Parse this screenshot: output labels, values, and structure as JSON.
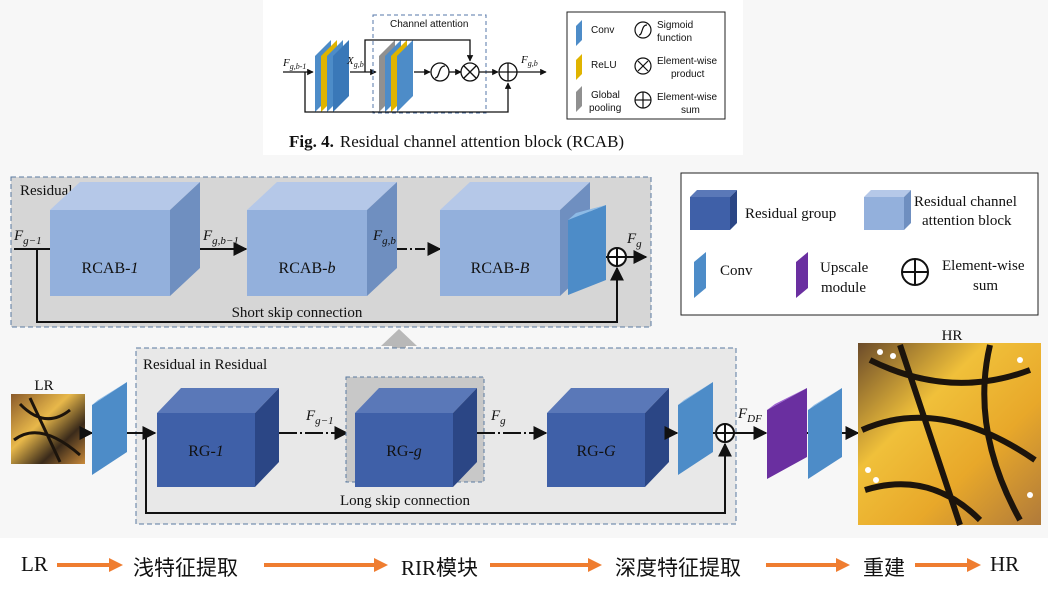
{
  "rcab_figure": {
    "caption_prefix": "Fig. 4.",
    "caption_text": "Residual channel attention block (RCAB)",
    "channel_attention_label": "Channel attention",
    "input_label": "F",
    "input_sub": "g,b-1",
    "x_label": "X",
    "x_sub": "g,b",
    "output_label": "F",
    "output_sub": "g,b",
    "legend": {
      "conv": "Conv",
      "relu": "ReLU",
      "global_pooling": [
        "Global",
        "pooling"
      ],
      "sigmoid": [
        "Sigmoid",
        "function"
      ],
      "product": [
        "Element-wise",
        "product"
      ],
      "sum": [
        "Element-wise",
        "sum"
      ]
    }
  },
  "residual_group": {
    "title": "Residual Group",
    "input_label": "F",
    "input_sub": "g−1",
    "blocks": [
      {
        "name": "RCAB-",
        "index": "1"
      },
      {
        "name": "RCAB-",
        "index": "b"
      },
      {
        "name": "RCAB-",
        "index": "B"
      }
    ],
    "arrow1_label": "F",
    "arrow1_sub": "g,b−1",
    "arrow2_label": "F",
    "arrow2_sub": "g,b",
    "output_label": "F",
    "output_sub": "g",
    "skip_label": "Short skip connection"
  },
  "legend_box": {
    "residual_group": "Residual group",
    "rcab": [
      "Residual channel",
      "attention block"
    ],
    "conv": "Conv",
    "upscale": [
      "Upscale",
      "module"
    ],
    "sum": [
      "Element-wise",
      "sum"
    ]
  },
  "rir": {
    "title": "Residual in Residual",
    "input_image_label": "LR",
    "output_image_label": "HR",
    "blocks": [
      {
        "name": "RG-",
        "index": "1"
      },
      {
        "name": "RG-",
        "index": "g"
      },
      {
        "name": "RG-",
        "index": "G"
      }
    ],
    "arrow1_label": "F",
    "arrow1_sub": "g−1",
    "arrow2_label": "F",
    "arrow2_sub": "g",
    "fdf_label": "F",
    "fdf_sub": "DF",
    "skip_label": "Long skip connection"
  },
  "pipeline": [
    "LR",
    "浅特征提取",
    "RIR模块",
    "深度特征提取",
    "重建",
    "HR"
  ],
  "colors": {
    "block_dark_front": "#3f60a8",
    "block_dark_top": "#5a78b8",
    "block_dark_side": "#2b4685",
    "block_light_front": "#93b0dc",
    "block_light_top": "#b5c8e8",
    "block_light_side": "#6f8fc0",
    "conv": "#4d8cc8",
    "upscale": "#6a2fa0",
    "relu": "#e0b400",
    "pool": "#909090",
    "panel": "#d6d6d6",
    "arrow_orange": "#ef7d30"
  }
}
